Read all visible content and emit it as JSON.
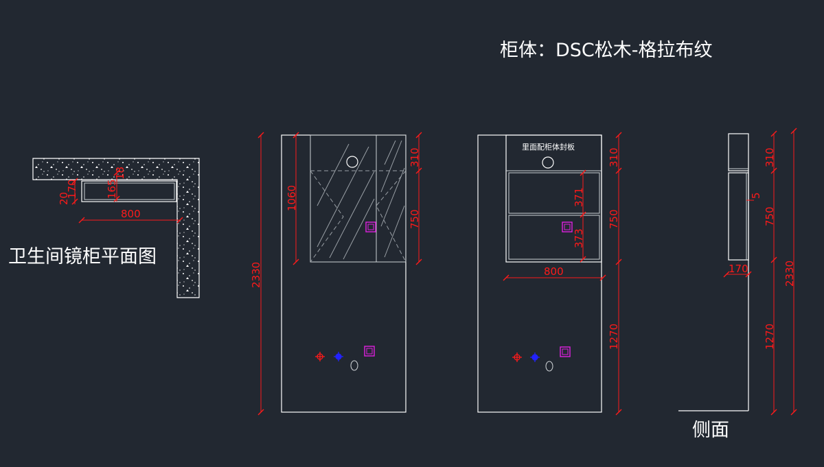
{
  "title": "柜体：DSC松木-格拉布纹",
  "plan": {
    "label": "卫生间镜柜平面图",
    "dims": {
      "w800": "800",
      "d170": "170",
      "d20": "20",
      "d165": "165",
      "d18": "18"
    }
  },
  "front_view": {
    "dims": {
      "d2330": "2330",
      "d1060": "1060",
      "d310": "310",
      "d750": "750"
    }
  },
  "interior_view": {
    "note": "里面配柜体封板",
    "dims": {
      "d310": "310",
      "d371": "371",
      "d373": "373",
      "d750": "750",
      "d800": "800",
      "d1270": "1270"
    }
  },
  "side_view": {
    "label": "侧面",
    "dims": {
      "d310": "310",
      "d5": "5",
      "d750": "750",
      "d170": "170",
      "d1270": "1270",
      "d2330": "2330"
    }
  },
  "colors": {
    "background": "#222831",
    "lines": "#ffffff",
    "dimensions": "#ff1a1a",
    "outlet": "#e020e0",
    "cold_water": "#2222ff",
    "hot_water": "#ff1a1a"
  }
}
